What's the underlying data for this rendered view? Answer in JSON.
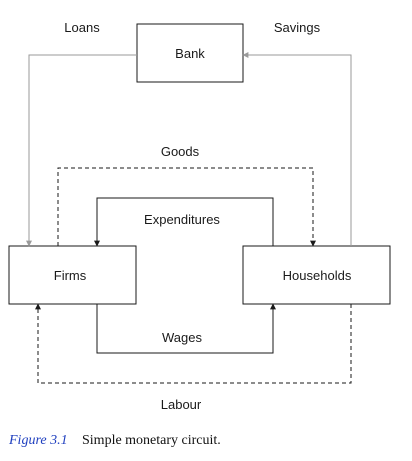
{
  "nodes": {
    "bank": "Bank",
    "firms": "Firms",
    "households": "Households"
  },
  "flows": {
    "loans": "Loans",
    "savings": "Savings",
    "goods": "Goods",
    "expenditures": "Expenditures",
    "wages": "Wages",
    "labour": "Labour"
  },
  "caption": {
    "number": "Figure 3.1",
    "text": "Simple monetary circuit."
  },
  "colors": {
    "grey_arrow": "#9a9a9a",
    "black_line": "#1a1a1a",
    "caption_number": "#1f3fbf"
  }
}
